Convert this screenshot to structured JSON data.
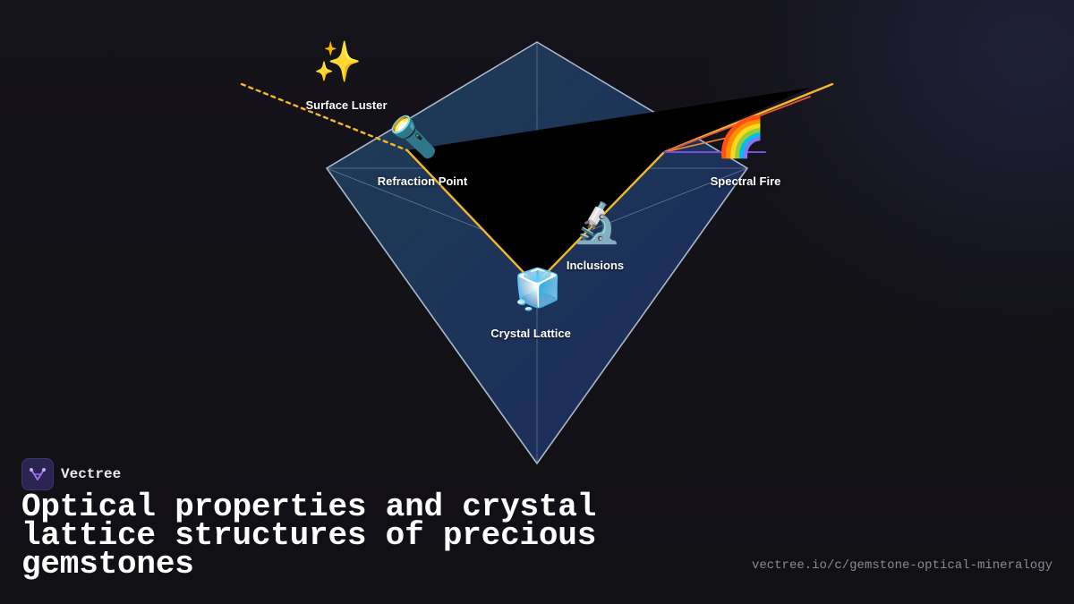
{
  "diagram": {
    "nodes": [
      {
        "id": "surface-luster",
        "label": "Surface Luster",
        "icon": "sparkles-icon",
        "glyph": "✨"
      },
      {
        "id": "refraction-point",
        "label": "Refraction Point",
        "icon": "flashlight-icon",
        "glyph": "🔦"
      },
      {
        "id": "spectral-fire",
        "label": "Spectral Fire",
        "icon": "rainbow-icon",
        "glyph": "🌈"
      },
      {
        "id": "inclusions",
        "label": "Inclusions",
        "icon": "microscope-icon",
        "glyph": "🔬"
      },
      {
        "id": "crystal-lattice",
        "label": "Crystal Lattice",
        "icon": "ice-cube-icon",
        "glyph": "🧊"
      }
    ],
    "colors": {
      "gem_fill_top": "#1f3a52",
      "gem_fill_bottom": "#1b2c5a",
      "gem_edge": "#a9b8cc",
      "light_ray": "#f5b82a",
      "spectrum": [
        "#e8553a",
        "#f08a3a",
        "#f5b82a",
        "#7a4fd8"
      ]
    }
  },
  "brand": {
    "name": "Vectree",
    "logo": "vectree-logo-icon"
  },
  "title": "Optical properties and crystal lattice structures of precious gemstones",
  "url": "vectree.io/c/gemstone-optical-mineralogy"
}
